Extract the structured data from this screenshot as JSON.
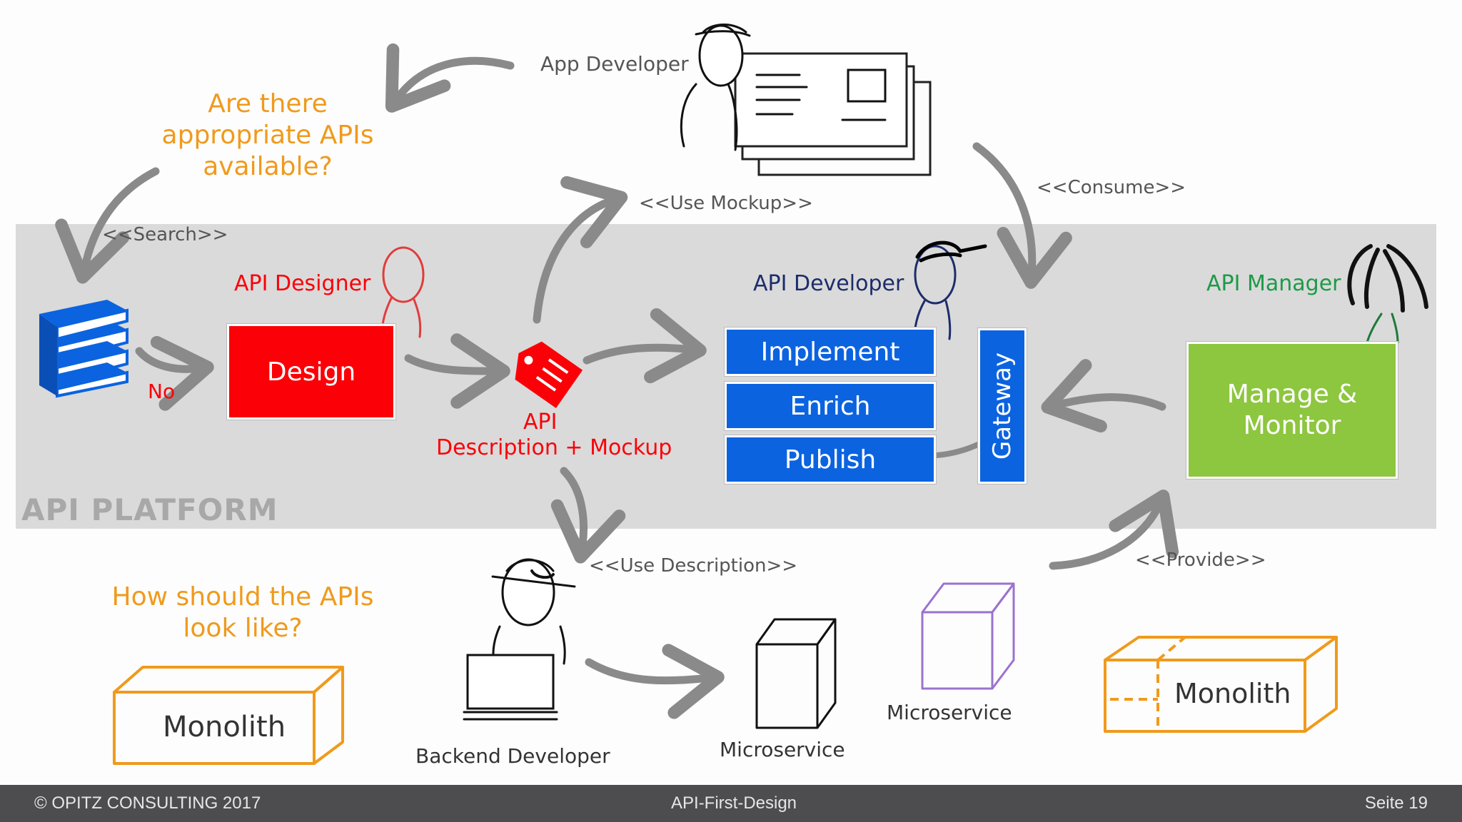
{
  "platform": {
    "label": "API PLATFORM"
  },
  "questions": {
    "appropriate_apis": "Are there appropriate APIs available?",
    "how_look": "How should the APIs look like?"
  },
  "roles": {
    "app_developer": "App Developer",
    "api_designer": "API Designer",
    "api_developer": "API Developer",
    "api_manager": "API Manager",
    "backend_developer": "Backend Developer"
  },
  "stereotypes": {
    "search": "<<Search>>",
    "use_mockup": "<<Use Mockup>>",
    "consume": "<<Consume>>",
    "use_description": "<<Use Description>>",
    "provide": "<<Provide>>"
  },
  "flow": {
    "no": "No",
    "design": "Design",
    "api_artifact": "API",
    "api_artifact_sub": "Description + Mockup",
    "implement": "Implement",
    "enrich": "Enrich",
    "publish": "Publish",
    "gateway": "Gateway",
    "manage": "Manage &",
    "monitor": "Monitor"
  },
  "components": {
    "monolith_left": "Monolith",
    "monolith_right": "Monolith",
    "microservice_1": "Microservice",
    "microservice_2": "Microservice"
  },
  "footer": {
    "copyright": "© OPITZ CONSULTING 2017",
    "title": "API-First-Design",
    "page": "Seite 19"
  },
  "colors": {
    "platform_band": "#dadada",
    "design_red": "#fb0007",
    "blue": "#0b63e0",
    "manager_green": "#8dc63f",
    "orange": "#f09a1c",
    "arrow_gray": "#8a8a8a",
    "microservice_purple": "#9b72cf"
  }
}
